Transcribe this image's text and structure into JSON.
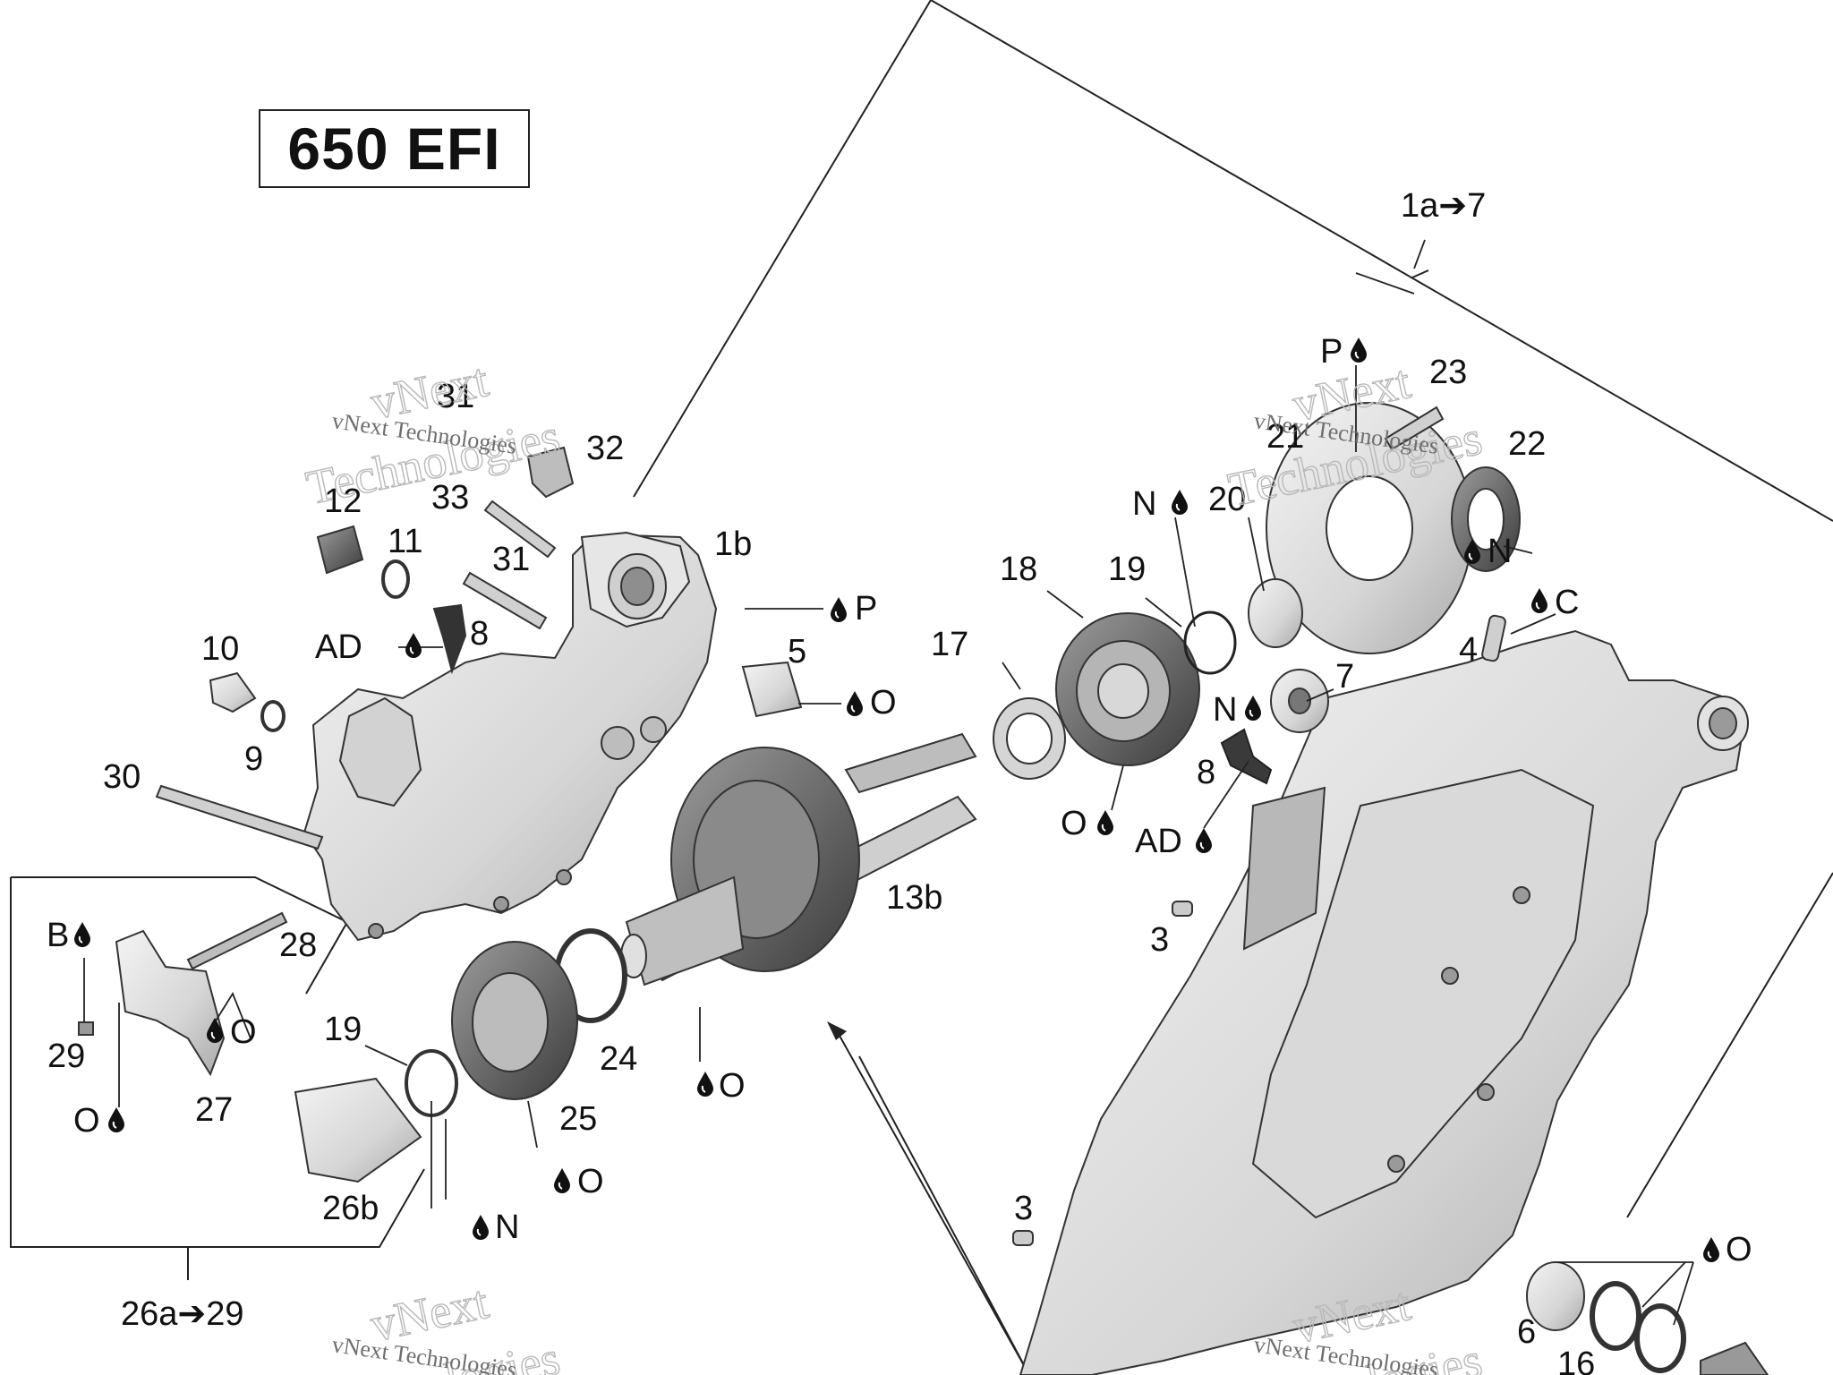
{
  "title": "650 EFI",
  "callouts": {
    "c1a7": "1a➔7",
    "c1b": "1b",
    "c3a": "3",
    "c3b": "3",
    "c4": "4",
    "c5": "5",
    "c6": "6",
    "c7": "7",
    "c8a": "8",
    "c8b": "8",
    "c9": "9",
    "c10": "10",
    "c11": "11",
    "c12": "12",
    "c13b": "13b",
    "c16": "16",
    "c17": "17",
    "c18": "18",
    "c19a": "19",
    "c19b": "19",
    "c20": "20",
    "c21": "21",
    "c22": "22",
    "c23": "23",
    "c24": "24",
    "c25": "25",
    "c26a29": "26a➔29",
    "c26b": "26b",
    "c27": "27",
    "c28": "28",
    "c29": "29",
    "c30": "30",
    "c31a": "31",
    "c31b": "31",
    "c32": "32",
    "c33": "33"
  },
  "lubricants": {
    "p_top": "P",
    "p_right": "P",
    "n_top": "N",
    "n_right": "N",
    "n_mid": "N",
    "n_bottom": "N",
    "c_right": "C",
    "o_5": "O",
    "o_18": "O",
    "o_gear": "O",
    "o_25": "O",
    "o_fork": "O",
    "o_fork_left": "O",
    "o_bottom_right": "O",
    "ad_left": "AD",
    "ad_right": "AD",
    "b_fork": "B"
  },
  "watermark": {
    "brand": "vNext",
    "company": "Technologies",
    "full": "vNext Technologies"
  }
}
